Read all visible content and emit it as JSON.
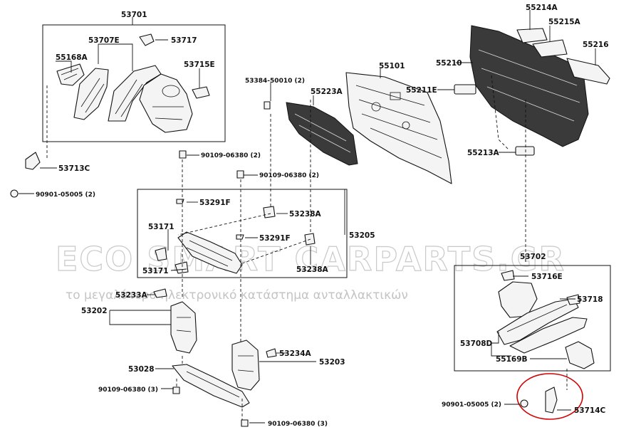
{
  "labels": {
    "l53701": "53701",
    "l53707e": "53707E",
    "l53717": "53717",
    "l55168a": "55168A",
    "l53715e": "53715E",
    "l53713c": "53713C",
    "l90901a": "90901-05005 (2)",
    "l53384": "53384-50010 (2)",
    "l55223a": "55223A",
    "l55101": "55101",
    "l55214a": "55214A",
    "l55215a": "55215A",
    "l55216": "55216",
    "l55210": "55210",
    "l55211e": "55211E",
    "l55213a": "55213A",
    "l90109a": "90109-06380 (2)",
    "l90109b": "90109-06380 (2)",
    "l53291f_a": "53291F",
    "l53238a_a": "53238A",
    "l53171_a": "53171",
    "l53291f_b": "53291F",
    "l53205": "53205",
    "l53171_b": "53171",
    "l53238a_b": "53238A",
    "l53233a": "53233A",
    "l53202": "53202",
    "l53702": "53702",
    "l53716e": "53716E",
    "l53718": "53718",
    "l53708d": "53708D",
    "l55169b": "55169B",
    "l53234a": "53234A",
    "l53203": "53203",
    "l53028": "53028",
    "l90109c": "90109-06380 (3)",
    "l90109d": "90109-06380 (3)",
    "l90901b": "90901-05005 (2)",
    "l53714c": "53714C"
  },
  "watermark": {
    "main": "ECO SMART CARPARTS.GR",
    "sub": "το μεγαλύτερο ηλεκτρονικό κατάστημα ανταλλακτικών"
  },
  "colors": {
    "line": "#111111",
    "highlight": "#d40000",
    "watermark": "#c9c9c9"
  }
}
